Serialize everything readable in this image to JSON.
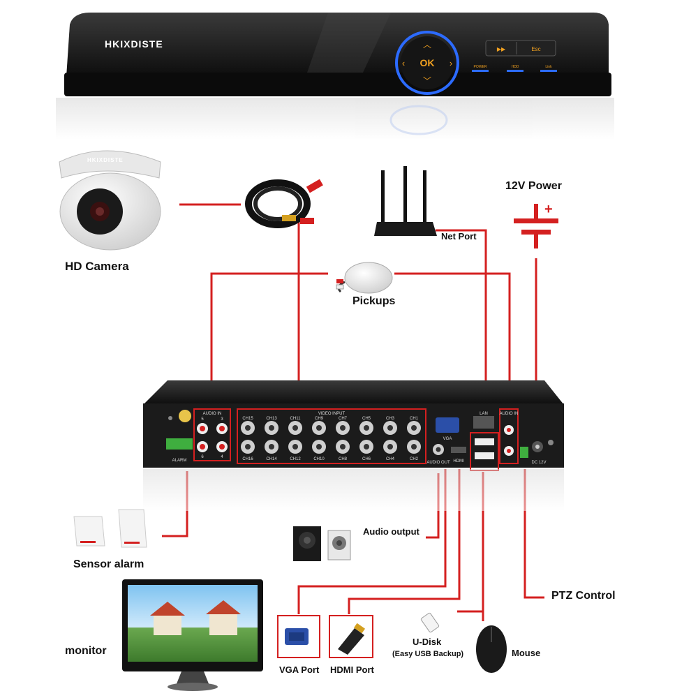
{
  "brand": "HKIXDISTE",
  "front_panel": {
    "ok_label": "OK",
    "buttons": [
      "▶▶",
      "Esc"
    ],
    "leds": [
      "POWER",
      "HDD",
      "Link"
    ]
  },
  "labels": {
    "power": "12V Power",
    "hd_camera": "HD Camera",
    "net_port": "Net Port",
    "pickups": "Pickups",
    "sensor_alarm": "Sensor alarm",
    "audio_output": "Audio output",
    "ptz_control": "PTZ Control",
    "monitor": "monitor",
    "vga_port": "VGA Port",
    "hdmi_port": "HDMI Port",
    "u_disk": "U-Disk",
    "u_disk_note": "(Easy USB Backup)",
    "mouse": "Mouse"
  },
  "rear_panel": {
    "audio_in_label": "AUDIO IN",
    "video_input_label": "VIDEO INPUT",
    "audio_in_right_label": "AUDIO IN",
    "alarm_label": "ALARM",
    "vga_label": "VGA",
    "lan_label": "LAN",
    "audio_out_label": "AUDIO OUT",
    "hdmi_label": "HDMI",
    "dc_label": "DC 12V",
    "audio_channels_top": [
      "5",
      "3"
    ],
    "audio_channels_bottom": [
      "6",
      "4"
    ],
    "video_channels_top": [
      "CH15",
      "CH13",
      "CH11",
      "CH9",
      "CH7",
      "CH5",
      "CH3",
      "CH1"
    ],
    "video_channels_bottom": [
      "CH16",
      "CH14",
      "CH12",
      "CH10",
      "CH8",
      "CH6",
      "CH4",
      "CH2"
    ]
  },
  "colors": {
    "connector_line": "#d42020",
    "dvr_body": "#1b1b1b",
    "ok_ring": "#2c6bff",
    "button_text": "#f0a020"
  }
}
